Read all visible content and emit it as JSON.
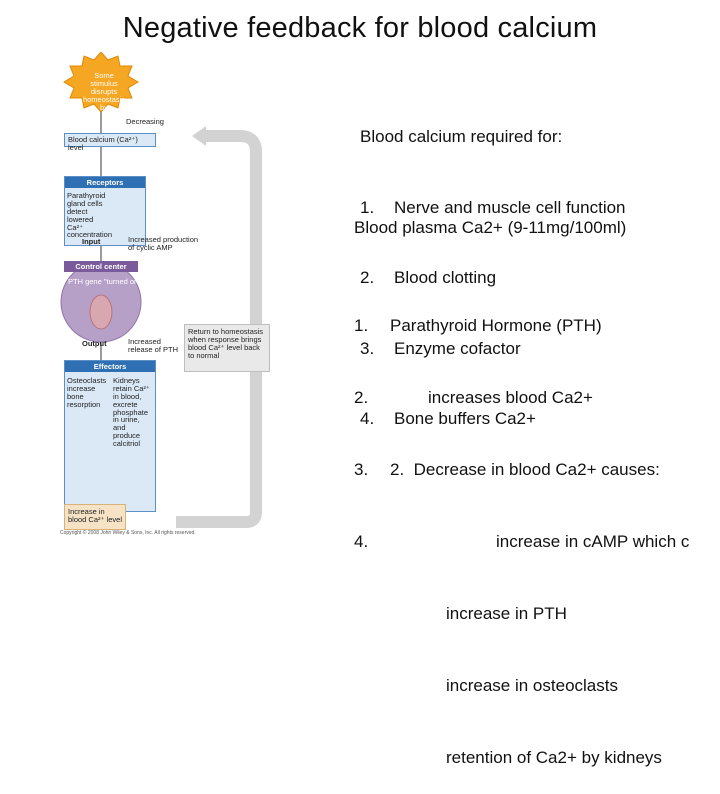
{
  "title": "Negative feedback for blood calcium",
  "diagram": {
    "stimulus": "Some stimulus disrupts homeostasis by",
    "decreasing": "Decreasing",
    "controlled_condition": "Blood calcium (Ca²⁺) level",
    "receptors_header": "Receptors",
    "receptors_text": "Parathyroid gland cells detect lowered Ca²⁺ concentration",
    "input_label": "Input",
    "input_text": "Increased production of cyclic AMP",
    "control_center_header": "Control center",
    "control_center_text": "PTH gene \"turned on\"",
    "output_label": "Output",
    "output_text": "Increased release of PTH",
    "return_text": "Return to homeostasis when response brings blood Ca²⁺ level back to normal",
    "effectors_header": "Effectors",
    "effector1": "Osteoclasts increase bone resorption",
    "effector2": "Kidneys retain Ca²⁺ in blood, excrete phosphate in urine, and produce calcitriol",
    "response": "Increase in blood Ca²⁺ level",
    "copyright": "Copyright © 2008 John Wiley & Sons, Inc. All rights reserved."
  },
  "required": {
    "heading": "Blood calcium required for:",
    "items": [
      {
        "num": "1.",
        "text": "Nerve and muscle cell function"
      },
      {
        "num": "2.",
        "text": "Blood clotting"
      },
      {
        "num": "3.",
        "text": "Enzyme cofactor"
      },
      {
        "num": "4.",
        "text": "Bone buffers Ca2+"
      }
    ]
  },
  "plasma": "Blood plasma Ca2+ (9-11mg/100ml)",
  "sequence": {
    "items": [
      {
        "num": "1.",
        "text": "Parathyroid Hormone (PTH)"
      },
      {
        "num": "2.",
        "text": "increases blood Ca2+"
      },
      {
        "num": "3.",
        "text": "2.  Decrease in blood Ca2+ causes:"
      },
      {
        "num": "4.",
        "text": "increase in cAMP which c"
      }
    ],
    "continuation": [
      "increase in PTH",
      "increase in osteoclasts",
      "retention of Ca2+ by kidneys"
    ]
  },
  "colors": {
    "header_blue": "#2f6fb3",
    "box_blue": "#dbe9f7",
    "stimulus_orange": "#f5a623",
    "control_purple": "#b6a0c8",
    "arrow_gray": "#d0d0d0"
  }
}
